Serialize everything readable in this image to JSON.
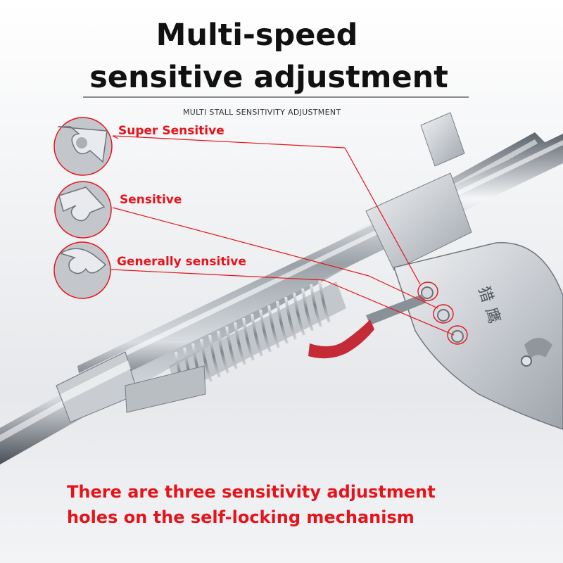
{
  "header": {
    "title_line1": "Multi-speed",
    "title_line2": "sensitive adjustment",
    "subtitle": "MULTI STALL SENSITIVITY ADJUSTMENT"
  },
  "callouts": [
    {
      "label": "Super Sensitive"
    },
    {
      "label": "Sensitive"
    },
    {
      "label": "Generally sensitive"
    }
  ],
  "caption": {
    "line1": "There are three sensitivity adjustment",
    "line2": "holes on the self-locking mechanism"
  },
  "colors": {
    "accent_red": "#e5141b",
    "title_text": "#111111"
  }
}
